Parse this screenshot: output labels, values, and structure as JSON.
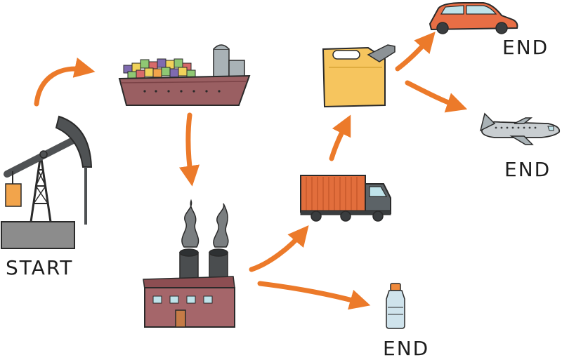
{
  "labels": {
    "start": "START",
    "end_car": "END",
    "end_plane": "END",
    "end_bottle": "END"
  },
  "colors": {
    "arrow": "#ec7a2a",
    "outline": "#2a2a2a",
    "ship_hull": "#9a5f62",
    "factory": "#a5666a",
    "smoke": "#7a7e80",
    "jerrycan": "#f6c55e",
    "truck_cargo": "#e26e3c",
    "truck_cab": "#5c6367",
    "car": "#e86e45",
    "plane": "#c9ced1",
    "bottle": "#cfe3ec",
    "bottle_cap": "#f08a3c",
    "pump": "#4f5254",
    "pump_base": "#8c8c8c"
  },
  "stages": [
    {
      "icon": "oil-pump-icon"
    },
    {
      "icon": "cargo-ship-icon"
    },
    {
      "icon": "factory-icon"
    },
    {
      "icon": "truck-icon"
    },
    {
      "icon": "jerrycan-icon"
    },
    {
      "icon": "car-icon"
    },
    {
      "icon": "airplane-icon"
    },
    {
      "icon": "bottle-icon"
    }
  ]
}
